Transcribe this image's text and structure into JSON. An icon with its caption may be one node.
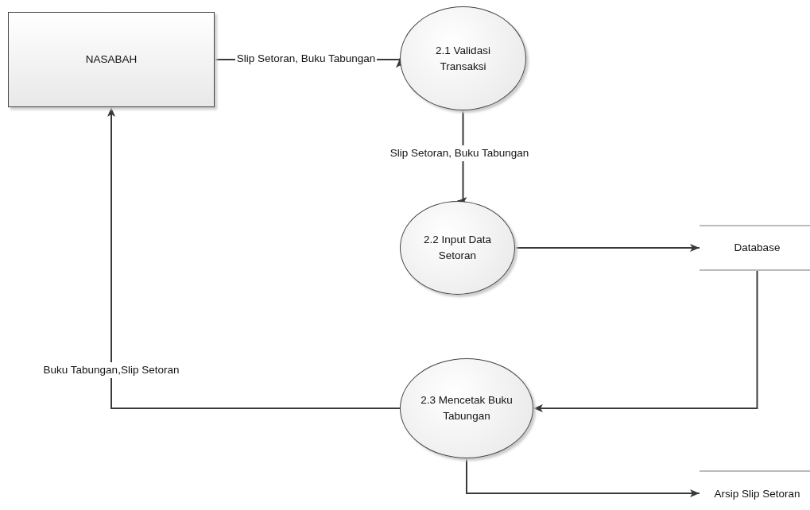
{
  "diagram": {
    "nodes": [
      {
        "text": [
          "NASABAH"
        ]
      },
      {
        "text": [
          "2.1 Validasi Transaksi"
        ]
      },
      {
        "text": [
          "2.2 Input Data Setoran"
        ]
      },
      {
        "text": [
          "Database"
        ]
      },
      {
        "text": [
          "2.3 Mencetak Buku Tabungan"
        ]
      },
      {
        "text": [
          "Arsip Slip Setoran"
        ]
      }
    ],
    "edges": [
      {
        "from": 0,
        "to": 1,
        "arrow": "to",
        "label": "Slip Setoran, Buku Tabungan"
      },
      {
        "from": 1,
        "to": 2,
        "arrow": "to",
        "label": "Slip Setoran, Buku Tabungan"
      },
      {
        "from": 2,
        "to": 3,
        "arrow": "to"
      },
      {
        "from": 3,
        "to": 4,
        "arrow": "to"
      },
      {
        "from": 4,
        "to": 0,
        "arrow": "to",
        "label": "Buku Tabungan,Slip Setoran"
      },
      {
        "from": 4,
        "to": 5,
        "arrow": "to"
      }
    ]
  }
}
